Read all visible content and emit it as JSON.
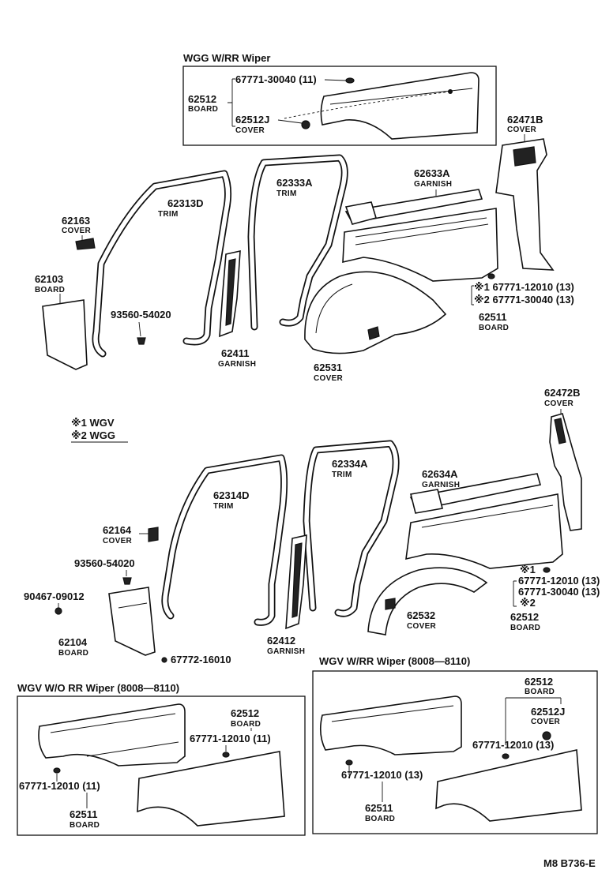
{
  "groups": {
    "wgg_wiper": "WGG  W/RR  Wiper",
    "wgv_wo": "WGV  W/O  RR  Wiper (8008—8110)",
    "wgv_w": "WGV  W/RR  Wiper  (8008—8110)"
  },
  "legend": {
    "line1": "※1 WGV",
    "line2": "※2 WGG"
  },
  "parts": {
    "p62512_top": "62512",
    "p62512_top_name": "BOARD",
    "p67771_30040_top": "67771-30040 (11)",
    "p62512j_top": "62512J",
    "p62512j_top_name": "COVER",
    "p62471b": "62471B",
    "p62471b_name": "COVER",
    "p62313d": "62313D",
    "p62313d_name": "TRIM",
    "p62333a": "62333A",
    "p62333a_name": "TRIM",
    "p62633a": "62633A",
    "p62633a_name": "GARNISH",
    "p62163": "62163",
    "p62163_name": "COVER",
    "p62103": "62103",
    "p62103_name": "BOARD",
    "p93560_a": "93560-54020",
    "p62411": "62411",
    "p62411_name": "GARNISH",
    "p62531": "62531",
    "p62531_name": "COVER",
    "p67771_12010_n1": "※1 67771-12010 (13)",
    "p67771_30040_n2": "※2 67771-30040 (13)",
    "p62511_top": "62511",
    "p62511_top_name": "BOARD",
    "p62472b": "62472B",
    "p62472b_name": "COVER",
    "p62314d": "62314D",
    "p62314d_name": "TRIM",
    "p62334a": "62334A",
    "p62334a_name": "TRIM",
    "p62634a": "62634A",
    "p62634a_name": "GARNISH",
    "p62164": "62164",
    "p62164_name": "COVER",
    "p93560_b": "93560-54020",
    "p90467": "90467-09012",
    "p62104": "62104",
    "p62104_name": "BOARD",
    "p67772": "67772-16010",
    "p62412": "62412",
    "p62412_name": "GARNISH",
    "p62532": "62532",
    "p62532_name": "COVER",
    "p67771_12010_m1": "67771-12010 (13)",
    "p67771_30040_m2": "67771-30040 (13)",
    "mark1": "※1",
    "mark2": "※2",
    "p62512_mid": "62512",
    "p62512_mid_name": "BOARD",
    "p62512_bl": "62512",
    "p62512_bl_name": "BOARD",
    "p67771_12010_bl_a": "67771-12010 (11)",
    "p67771_12010_bl_b": "67771-12010 (11)",
    "p62511_bl": "62511",
    "p62511_bl_name": "BOARD",
    "p62512_br": "62512",
    "p62512_br_name": "BOARD",
    "p62512j_br": "62512J",
    "p62512j_br_name": "COVER",
    "p67771_12010_br_a": "67771-12010 (13)",
    "p67771_12010_br_b": "67771-12010 (13)",
    "p62511_br": "62511",
    "p62511_br_name": "BOARD"
  },
  "footer": {
    "code": "M8   B736-E"
  }
}
